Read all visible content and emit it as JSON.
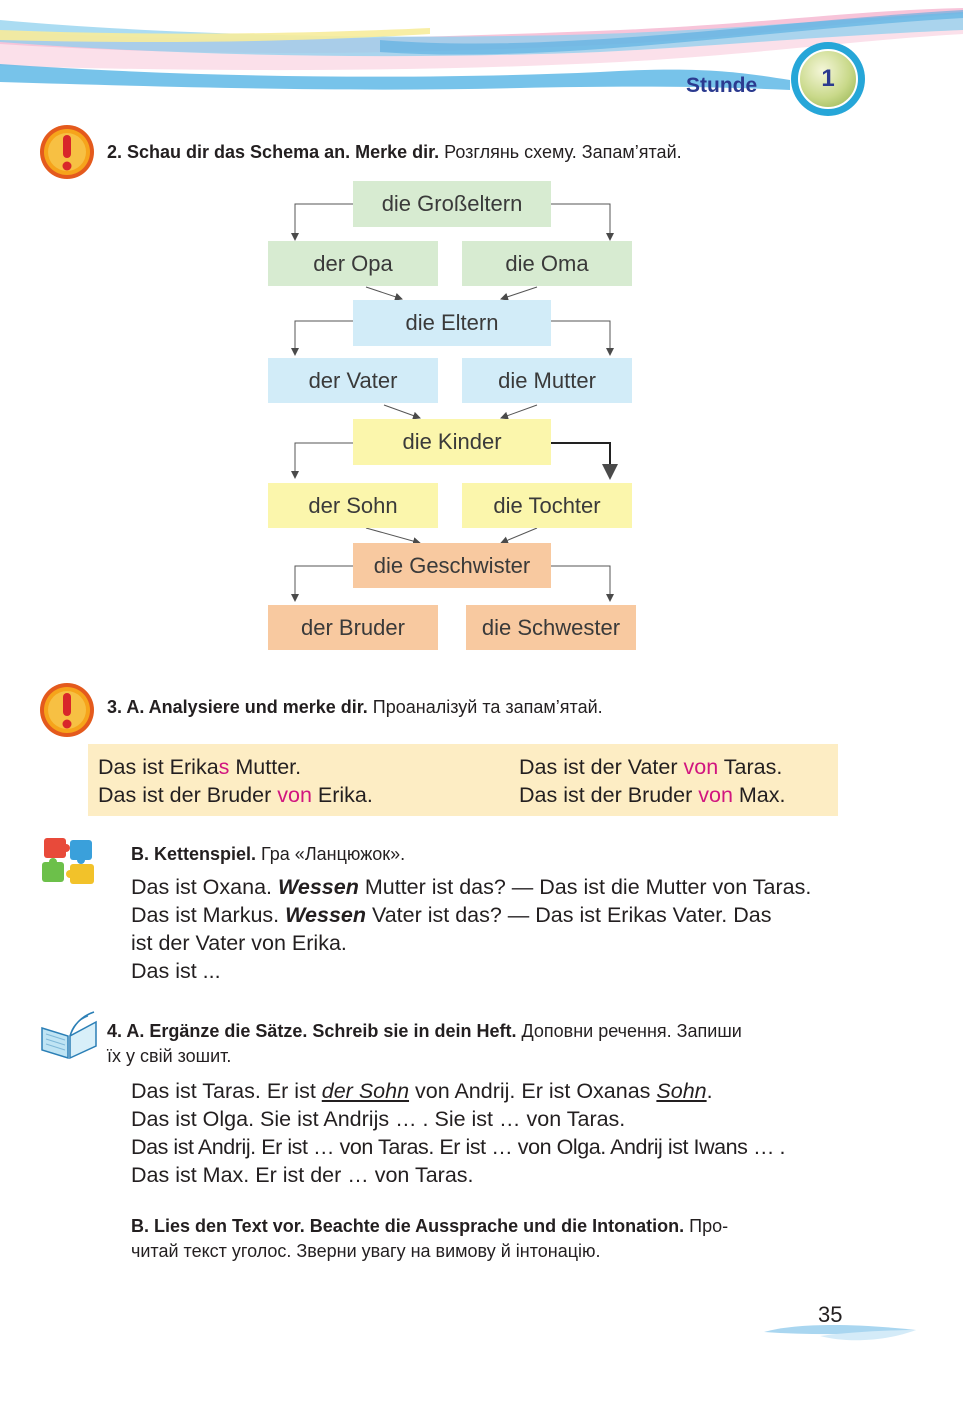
{
  "header": {
    "stunde_label": "Stunde",
    "lesson_number": "1"
  },
  "task2": {
    "title_de": "2. Schau dir das Schema an. Merke dir.",
    "title_uk": "Розглянь схему. Запам’ятай."
  },
  "schema": {
    "grosseltern": "die Großeltern",
    "opa": "der Opa",
    "oma": "die Oma",
    "eltern": "die Eltern",
    "vater": "der Vater",
    "mutter": "die Mutter",
    "kinder": "die Kinder",
    "sohn": "der Sohn",
    "tochter": "die Tochter",
    "geschwister": "die Geschwister",
    "bruder": "der Bruder",
    "schwester": "die Schwester"
  },
  "task3a": {
    "title_de": "3. A. Analysiere und merke dir.",
    "title_uk": "Проаналізуй та запам’ятай.",
    "left1": [
      "Das ist Erika",
      "s",
      " Mutter."
    ],
    "left2": [
      "Das ist der Bruder ",
      "von",
      " Erika."
    ],
    "right1": [
      "Das ist der Vater ",
      "von",
      " Taras."
    ],
    "right2": [
      "Das ist der Bruder ",
      "von",
      " Max."
    ]
  },
  "task3b": {
    "title_de": "B. Kettenspiel.",
    "title_uk": "Гра «Ланцюжок».",
    "line1": [
      "Das ist Oxana. ",
      "Wessen",
      " Mutter ist das? — Das ist die Mutter von Taras."
    ],
    "line2": [
      "Das ist Markus. ",
      "Wessen",
      " Vater ist das? — Das ist Erikas Vater.  Das"
    ],
    "line3": "ist der Vater von Erika.",
    "line4": "Das ist ..."
  },
  "task4a": {
    "title_de": "4. A. Ergänze die Sätze. Schreib sie in dein Heft.",
    "title_uk_1": "Доповни речення. Запиши",
    "title_uk_2": "їх у свій зошит.",
    "line1": [
      "Das ist Taras. Er ist ",
      "der Sohn",
      " von Andrij. Er ist Oxanas ",
      "Sohn",
      "."
    ],
    "line2": "Das ist Olga. Sie ist Andrijs … . Sie ist … von Taras.",
    "line3": "Das ist Andrij. Er ist … von Taras. Er ist … von Olga. Andrij ist Iwans … .",
    "line4": "Das ist Max. Er ist der … von Taras."
  },
  "task4b": {
    "title_de": "B. Lies den Text vor. Beachte die Aussprache und die Intonation.",
    "title_uk_1": "Про-",
    "title_uk_2": "читай текст уголос. Зверни увагу на вимову й інтонацію."
  },
  "page_number": "35",
  "colors": {
    "green": "#d7ebd1",
    "blue": "#d2ecf8",
    "yellow": "#fbf6ac",
    "orange": "#f8c9a0",
    "magenta": "#d1157f",
    "navy": "#2b3a8f"
  },
  "icons": [
    "exclamation-icon",
    "puzzle-icon",
    "open-book-icon"
  ]
}
